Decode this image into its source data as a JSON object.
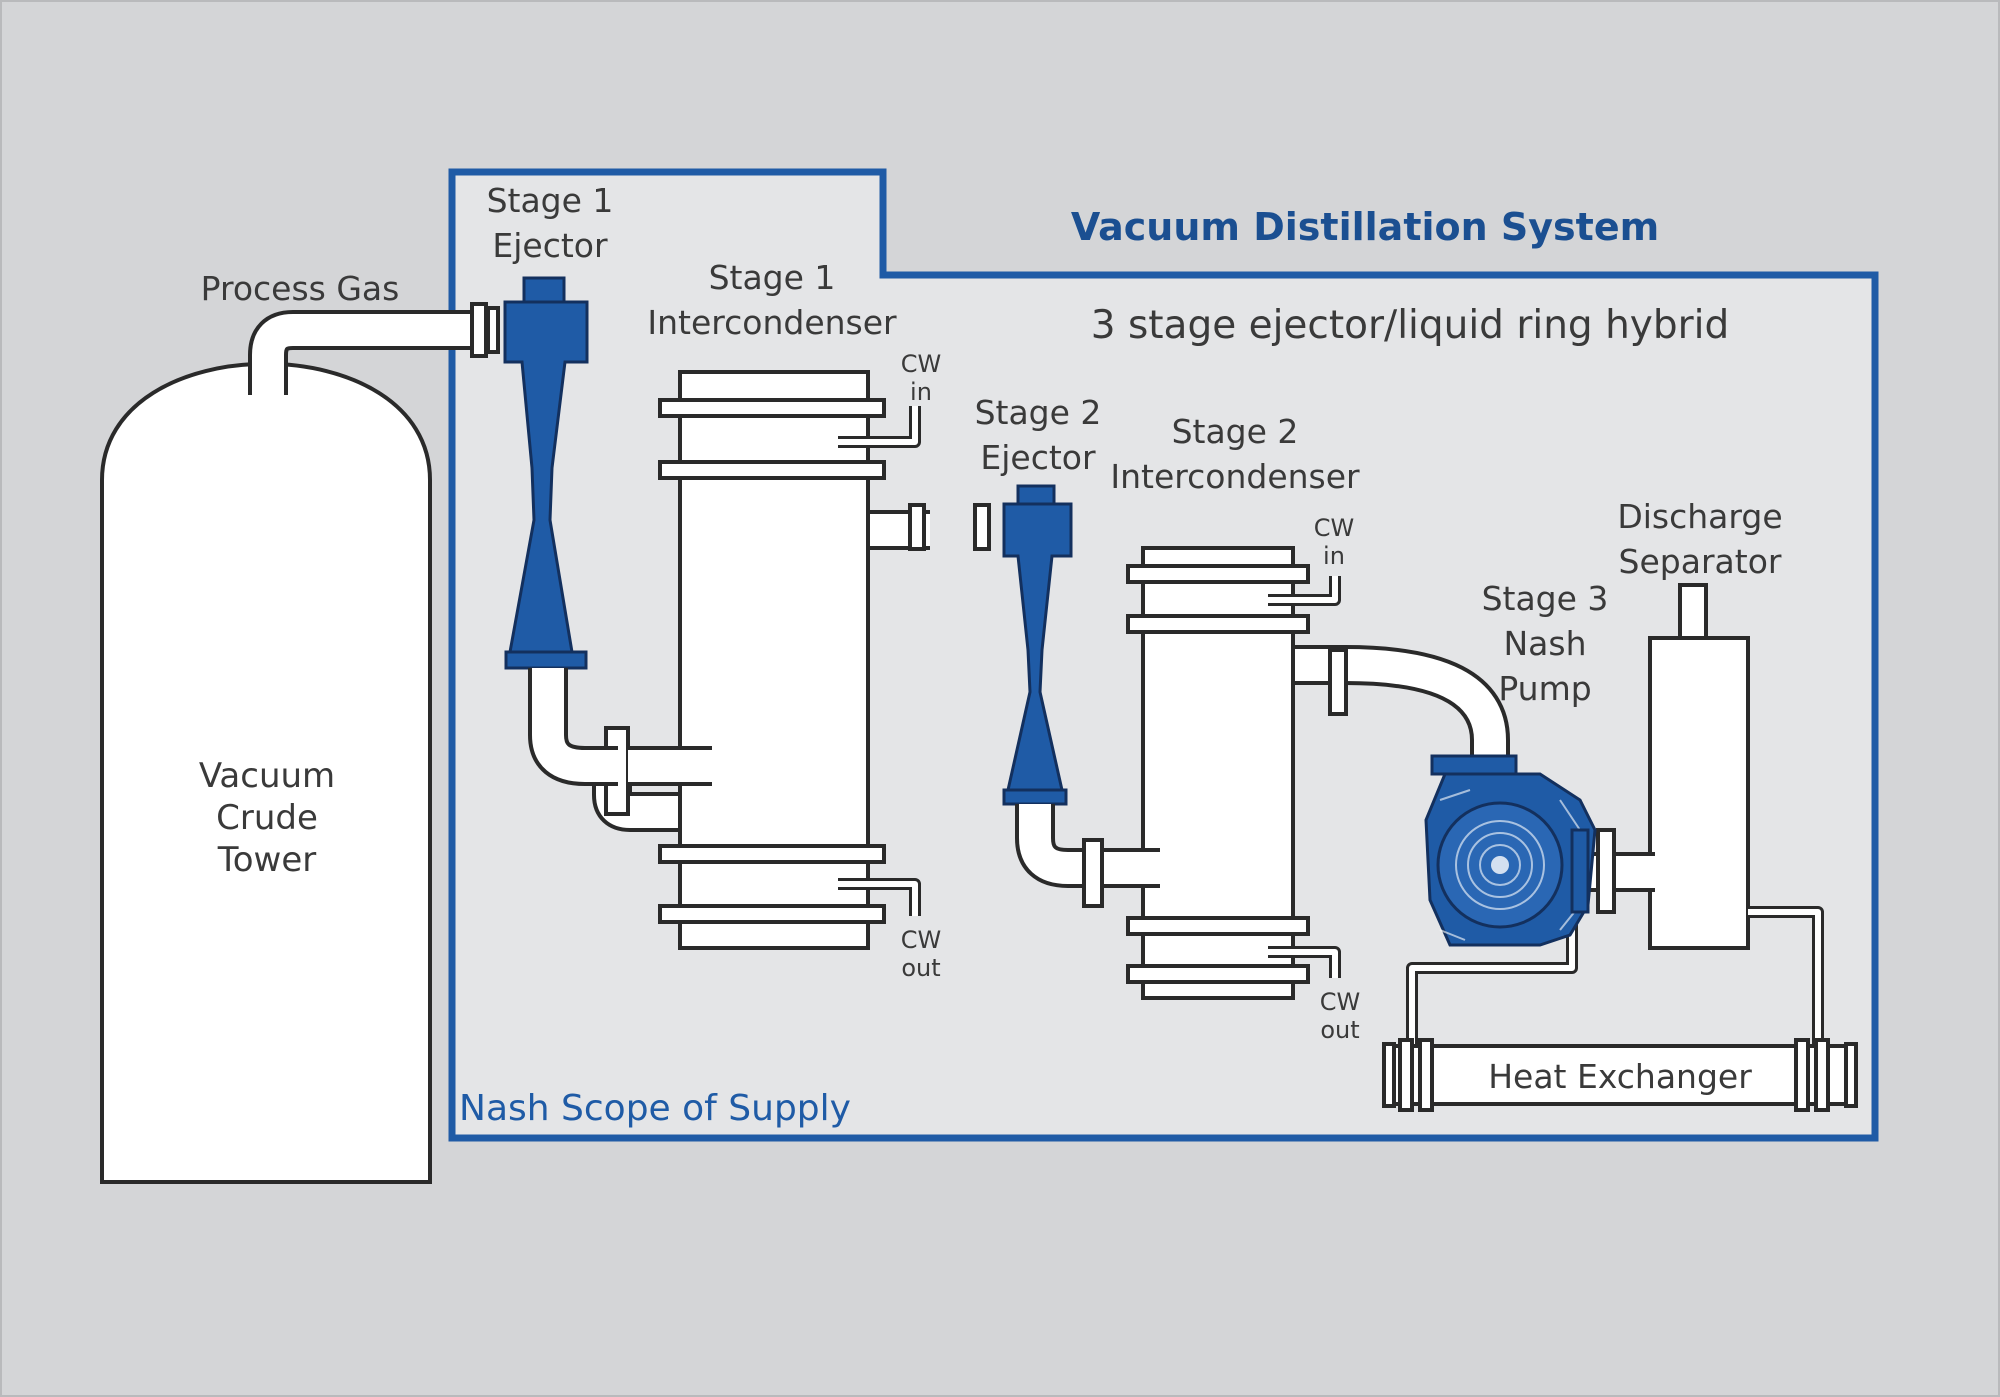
{
  "title": "Vacuum Distillation System",
  "subtitle": "3 stage ejector/liquid ring hybrid",
  "scope_label": "Nash Scope of Supply",
  "labels": {
    "process_gas": "Process Gas",
    "tower": [
      "Vacuum",
      "Crude",
      "Tower"
    ],
    "stage1_ejector": [
      "Stage 1",
      "Ejector"
    ],
    "stage1_intercondenser": [
      "Stage 1",
      "Intercondenser"
    ],
    "stage2_ejector": [
      "Stage 2",
      "Ejector"
    ],
    "stage2_intercondenser": [
      "Stage 2",
      "Intercondenser"
    ],
    "stage3_pump": [
      "Stage 3",
      "Nash",
      "Pump"
    ],
    "discharge_separator": [
      "Discharge",
      "Separator"
    ],
    "heat_exchanger": "Heat Exchanger",
    "cw_in": [
      "CW",
      "in"
    ],
    "cw_out": [
      "CW",
      "out"
    ]
  },
  "colors": {
    "accent_blue": "#1f5ba6",
    "title_blue": "#1b4f91",
    "scope_border": "#1f5ba6",
    "scope_fill": "#e4e5e7",
    "background": "#d4d5d7",
    "outline": "#2a2a2a"
  }
}
